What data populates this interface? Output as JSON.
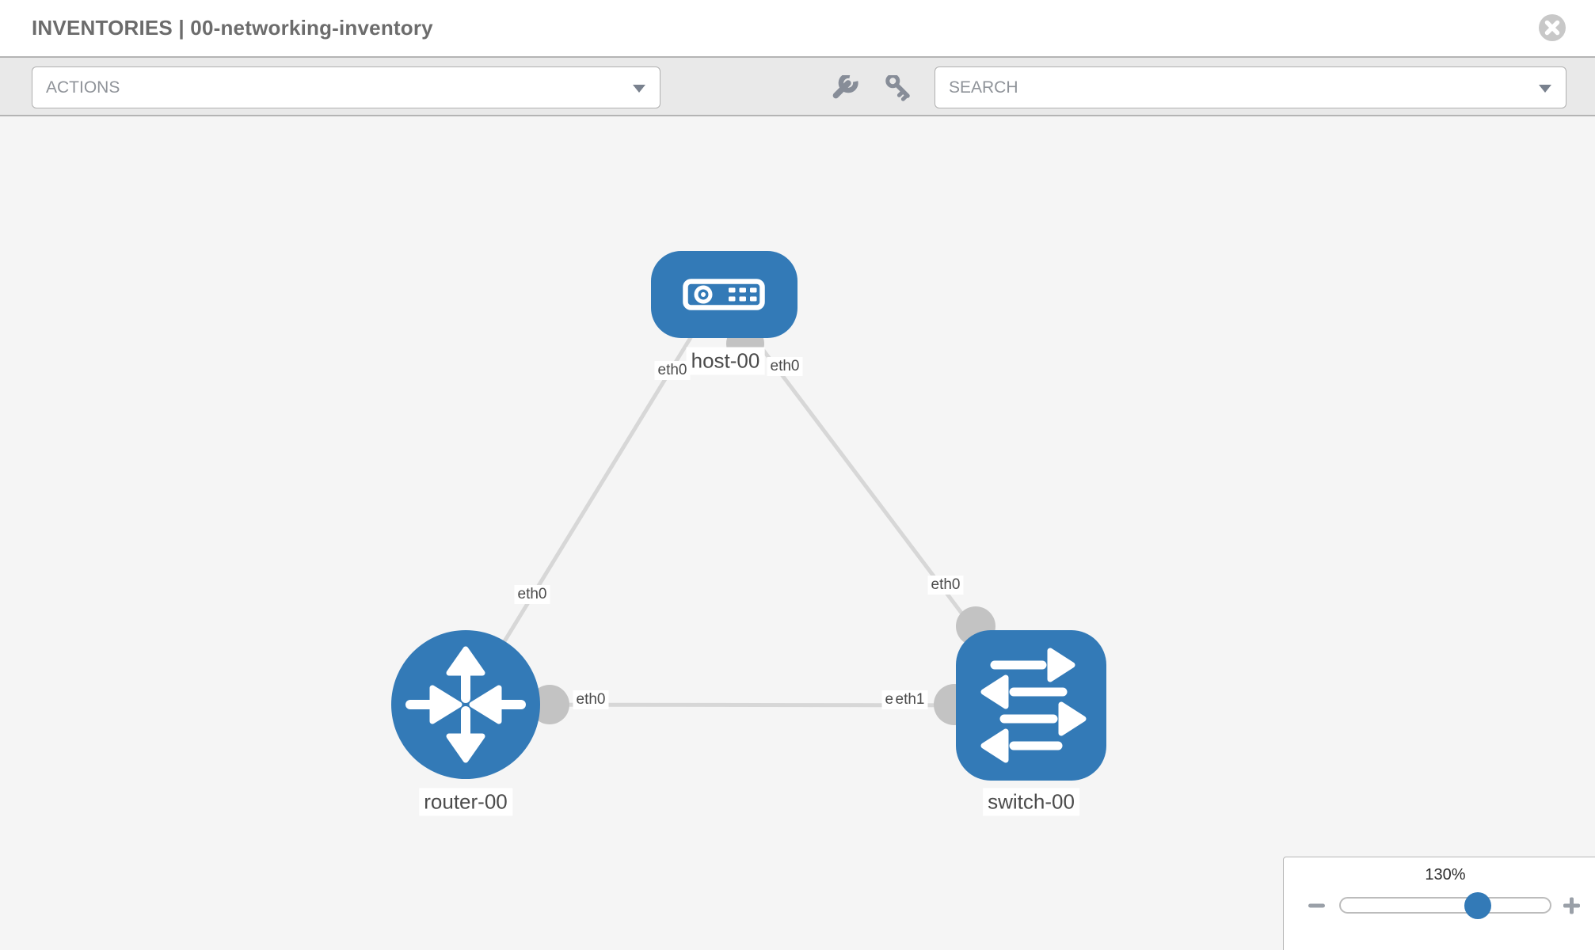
{
  "header": {
    "title": "INVENTORIES | 00-networking-inventory"
  },
  "toolbar": {
    "actions_placeholder": "ACTIONS",
    "search_placeholder": "SEARCH"
  },
  "topology": {
    "nodes": [
      {
        "label": "host-00",
        "type": "host"
      },
      {
        "label": "router-00",
        "type": "router"
      },
      {
        "label": "switch-00",
        "type": "switch"
      }
    ],
    "links": [
      {
        "from": "router-00",
        "to": "host-00",
        "from_interface": "eth0",
        "to_interface": "eth0"
      },
      {
        "from": "switch-00",
        "to": "host-00",
        "from_interface": "eth0",
        "to_interface": "eth0"
      },
      {
        "from": "router-00",
        "to": "switch-00",
        "from_interface": "eth0",
        "to_interface": "eth1"
      }
    ],
    "labels": {
      "host": "host-00",
      "router": "router-00",
      "switch": "switch-00",
      "host_left_if": "eth0",
      "host_right_if": "eth0",
      "router_uplink_if": "eth0",
      "router_lan_if": "eth0",
      "switch_top_if": "eth0",
      "switch_lan_if_under": "eth0",
      "switch_lan_if_over": "eth1"
    }
  },
  "zoom_control": {
    "level": "130%"
  },
  "colors": {
    "node_blue": "#337ab7",
    "link_gray": "#d7d7d7",
    "port_gray": "#c3c3c3",
    "canvas_bg": "#f5f5f5",
    "toolbar_bg": "#e9e9e9"
  }
}
